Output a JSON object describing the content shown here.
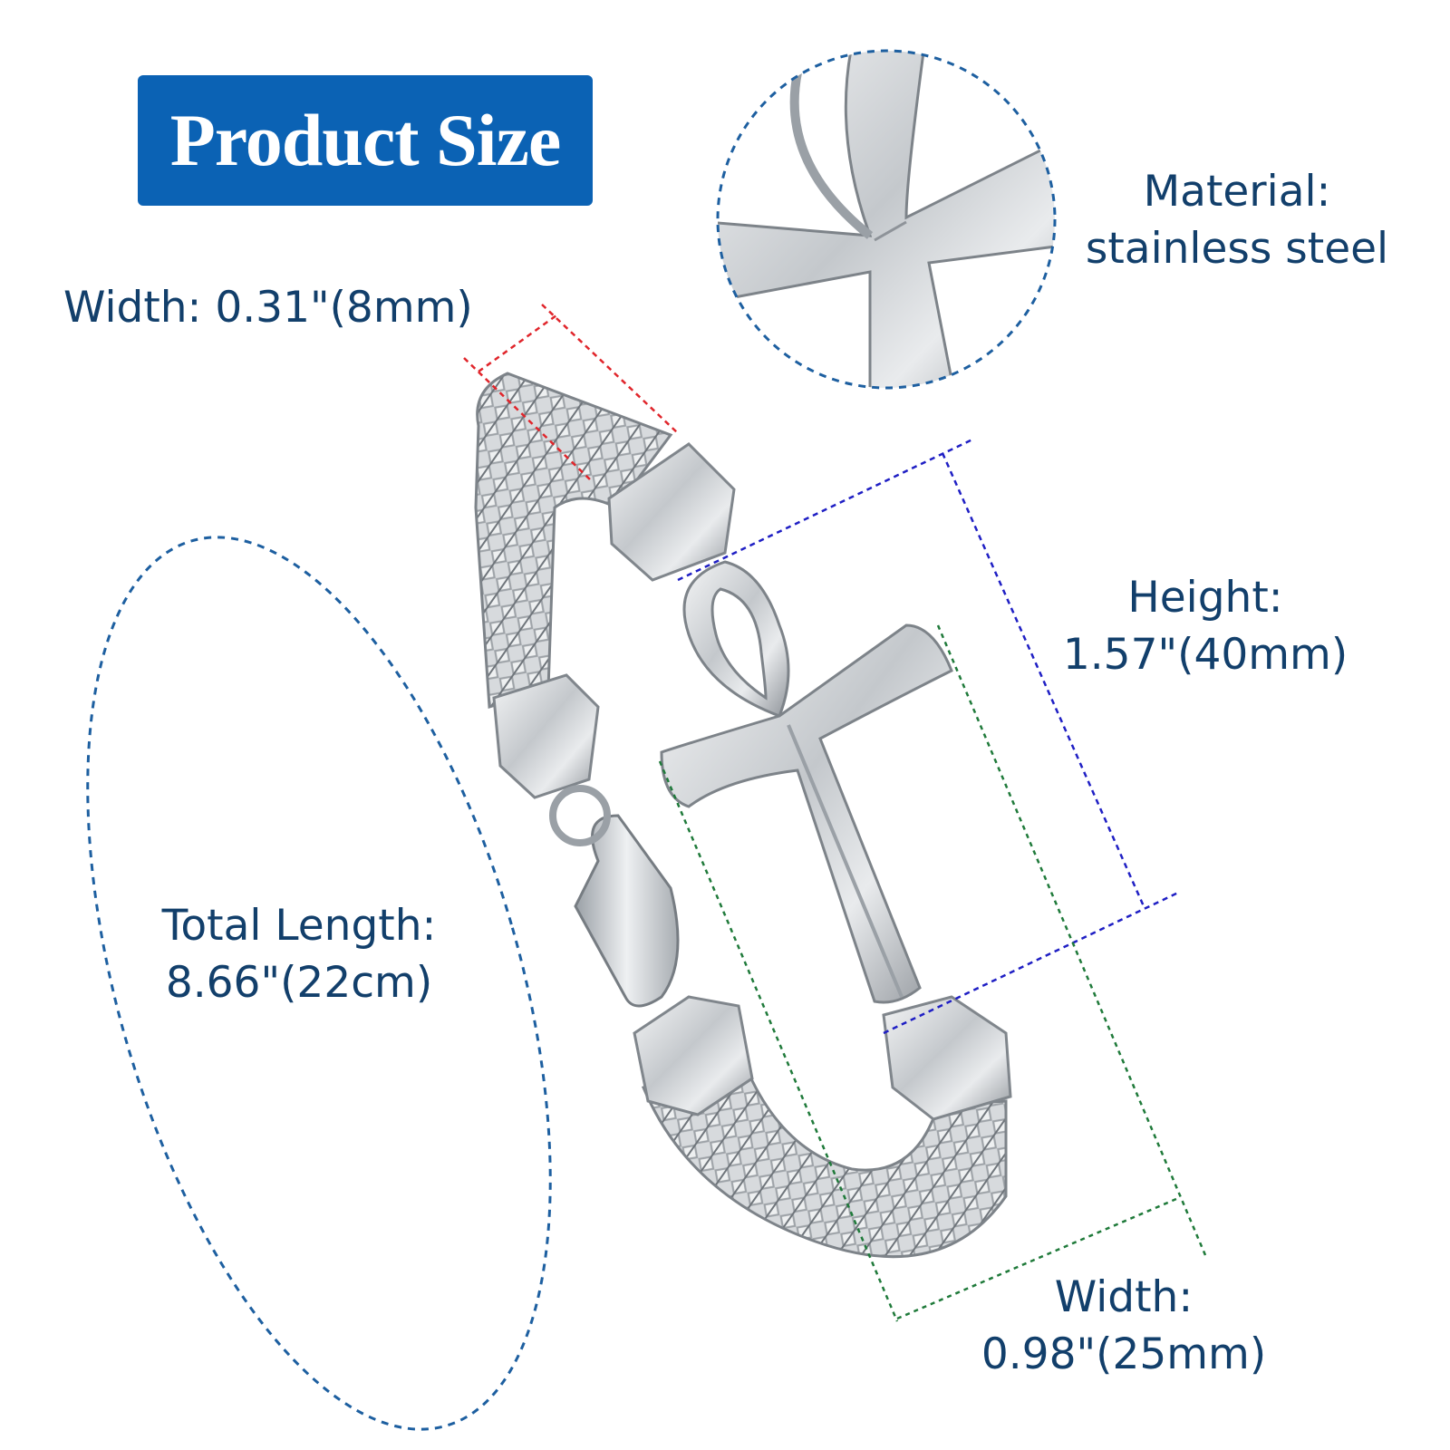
{
  "title": "Product Size",
  "labels": {
    "strap_width": "Width: 0.31\"(8mm)",
    "material_title": "Material:",
    "material_value": "stainless steel",
    "height_title": "Height:",
    "height_value": "1.57\"(40mm)",
    "length_title": "Total Length:",
    "length_value": "8.66\"(22cm)",
    "pendant_width_title": "Width:",
    "pendant_width_value": "0.98\"(25mm)"
  },
  "colors": {
    "title_bg": "#0b62b4",
    "title_text": "#ffffff",
    "label_text": "#123f6b",
    "circle_dash": "#1d5fa0",
    "strap_width_dash": "#e0252b",
    "height_dash": "#1f1fc4",
    "pendant_width_dash": "#1f7a3a",
    "metal": "#c9ccd0"
  }
}
